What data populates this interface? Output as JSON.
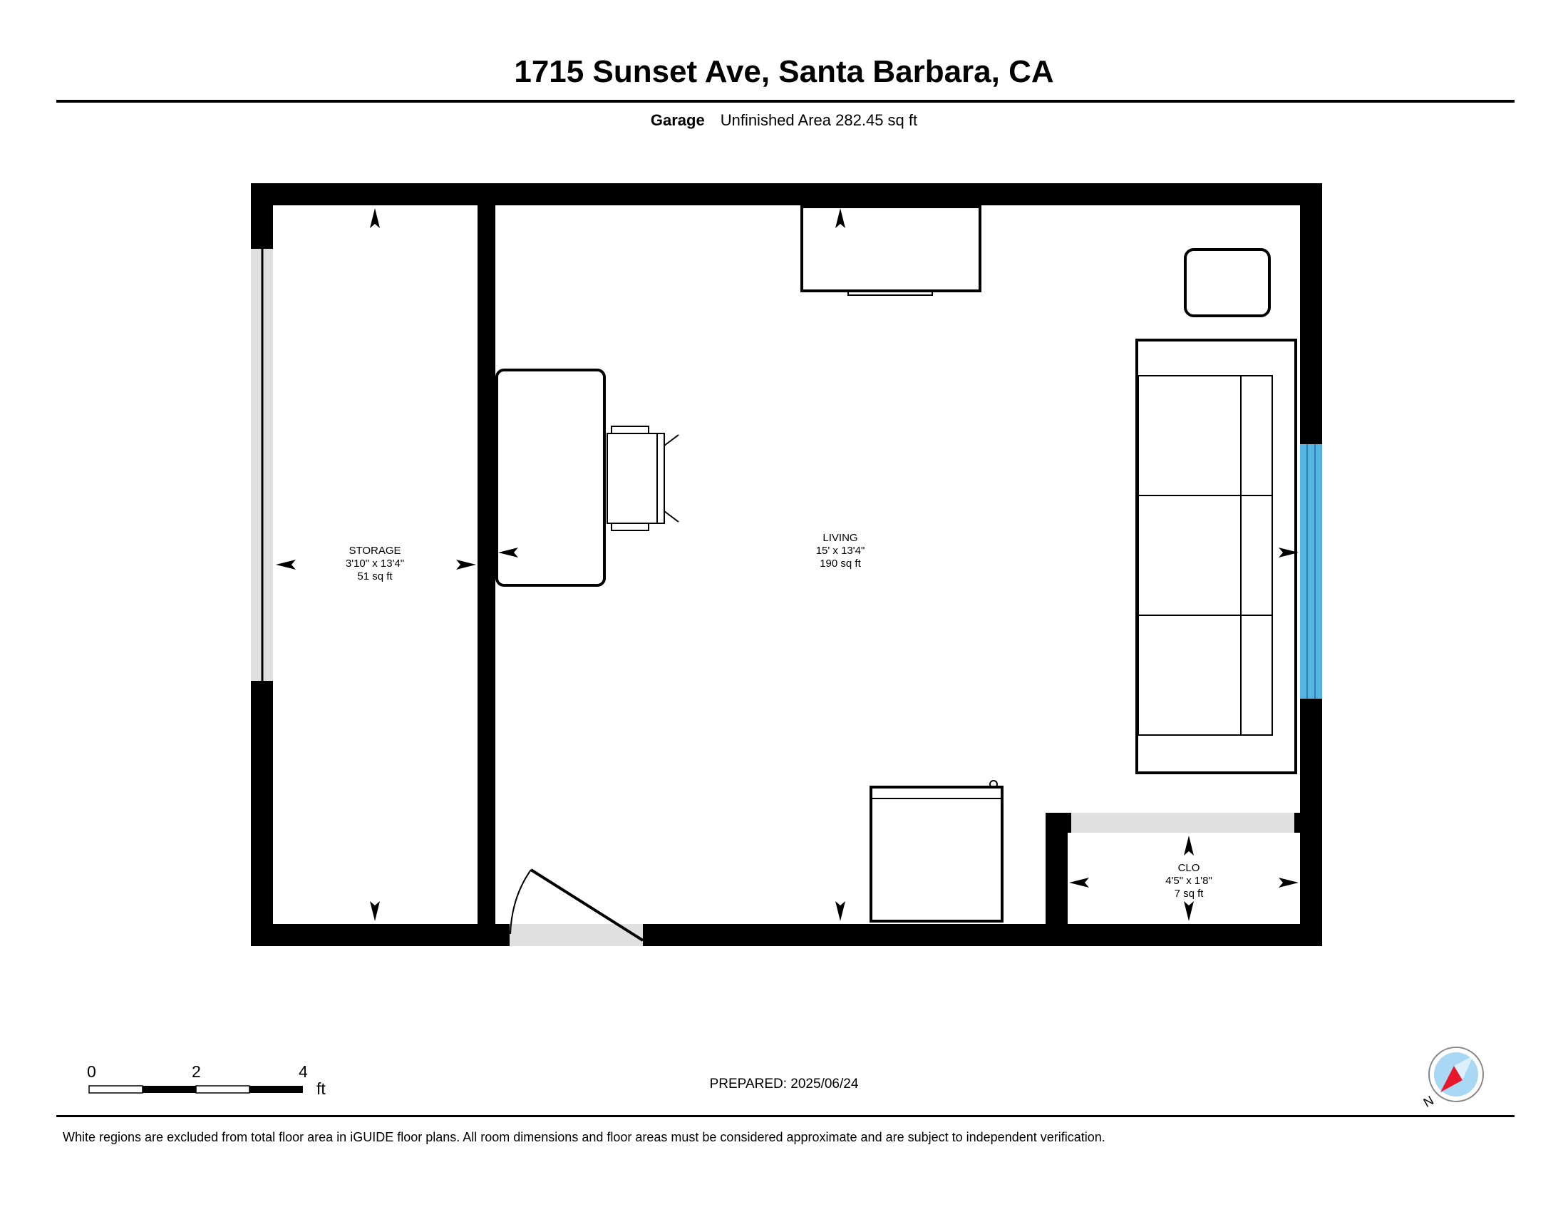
{
  "header": {
    "address": "1715 Sunset Ave, Santa Barbara, CA",
    "floor_label": "Garage",
    "area_text": "Unfinished Area 282.45 sq ft"
  },
  "rooms": [
    {
      "name": "STORAGE",
      "dims": "3'10\" x 13'4\"",
      "area": "51 sq ft"
    },
    {
      "name": "LIVING",
      "dims": "15' x 13'4\"",
      "area": "190 sq ft"
    },
    {
      "name": "CLO",
      "dims": "4'5\" x 1'8\"",
      "area": "7 sq ft"
    }
  ],
  "scale": {
    "ticks": [
      "0",
      "2",
      "4"
    ],
    "unit": "ft"
  },
  "compass": {
    "label": "N"
  },
  "footer": {
    "prepared_label": "PREPARED:",
    "prepared_date": "2025/06/24",
    "disclaimer": "White regions are excluded from total floor area in iGUIDE floor plans. All room dimensions and floor areas must be considered approximate and are subject to independent verification."
  },
  "colors": {
    "wall": "#000000",
    "opening": "#e0e0e0",
    "window_blue": "#56b4e3",
    "compass_bg": "#a9d8f5",
    "compass_needle": "#e8182c"
  }
}
